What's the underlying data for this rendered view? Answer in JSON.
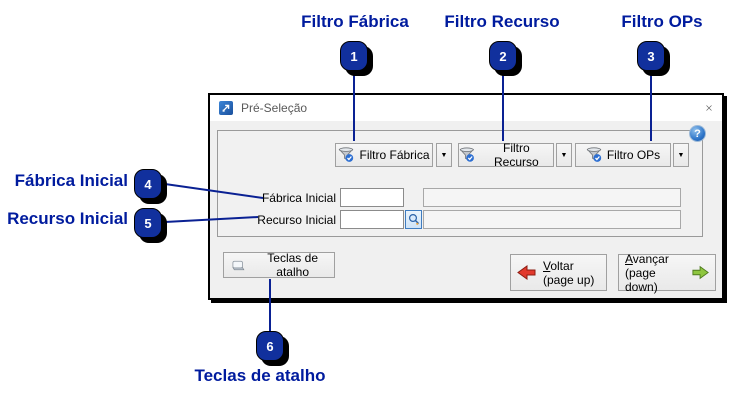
{
  "annotations": {
    "navy": "#001b9e",
    "top": [
      {
        "label": "Filtro Fábrica",
        "number": "1"
      },
      {
        "label": "Filtro Recurso",
        "number": "2"
      },
      {
        "label": "Filtro OPs",
        "number": "3"
      }
    ],
    "left": [
      {
        "label": "Fábrica Inicial",
        "number": "4"
      },
      {
        "label": "Recurso Inicial",
        "number": "5"
      }
    ],
    "bottom": {
      "label": "Teclas de atalho",
      "number": "6"
    }
  },
  "window": {
    "title": "Pré-Seleção",
    "close_glyph": "✕",
    "help_glyph": "?",
    "dropdown_glyph": "▼",
    "filter_buttons": [
      {
        "label": "Filtro Fábrica"
      },
      {
        "label": "Filtro Recurso"
      },
      {
        "label": "Filtro OPs"
      }
    ],
    "fields": [
      {
        "label": "Fábrica Inicial",
        "value": "",
        "display": ""
      },
      {
        "label": "Recurso Inicial",
        "value": "",
        "display": ""
      }
    ],
    "shortcut_button": {
      "label": "Teclas de atalho"
    },
    "back_button": {
      "mnemonic": "V",
      "rest": "oltar",
      "sub": "(page up)"
    },
    "forward_button": {
      "mnemonic": "A",
      "rest": "vançar",
      "sub": "(page down)"
    }
  },
  "colors": {
    "badge_fill": "#11309d",
    "connector": "#0a2193",
    "red_arrow": "#e2392c",
    "green_arrow": "#8ec63f",
    "help_blue": "#2e75c9"
  }
}
